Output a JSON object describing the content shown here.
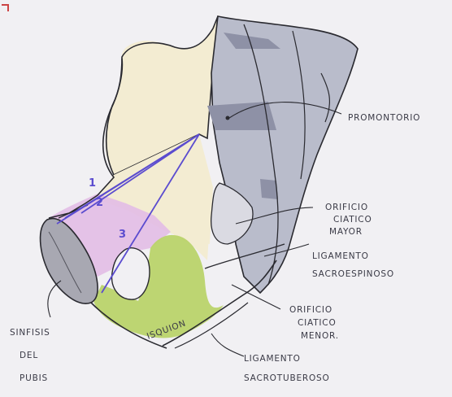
{
  "labels": {
    "promontorio": "PROMONTORIO",
    "orificio_mayor": [
      "ORIFICIO",
      "CIATICO",
      "MAYOR"
    ],
    "ligamento_sacroespinoso": [
      "LIGAMENTO",
      "SACROESPINOSO"
    ],
    "orificio_menor": [
      "ORIFICIO",
      "CIATICO",
      "MENOR."
    ],
    "ligamento_sacrotuberoso": [
      "LIGAMENTO",
      "SACROTUBEROSO"
    ],
    "sinfisis": [
      "SINFISIS",
      "DEL",
      "PUBIS"
    ],
    "isquion": "ISQUION"
  },
  "diameter_numbers": [
    "1",
    "2",
    "3"
  ],
  "colors": {
    "background": "#f1f0f3",
    "ilium_fill": "#f3ecd2",
    "pubis_fill": "#e2bde6",
    "ischium_fill": "#b9d36a",
    "sacrum_fill": "#b9bccb",
    "diameter_lines": "#5b4ccf",
    "ink": "#2a2a30"
  },
  "icons": [
    "pelvis-diagram"
  ]
}
